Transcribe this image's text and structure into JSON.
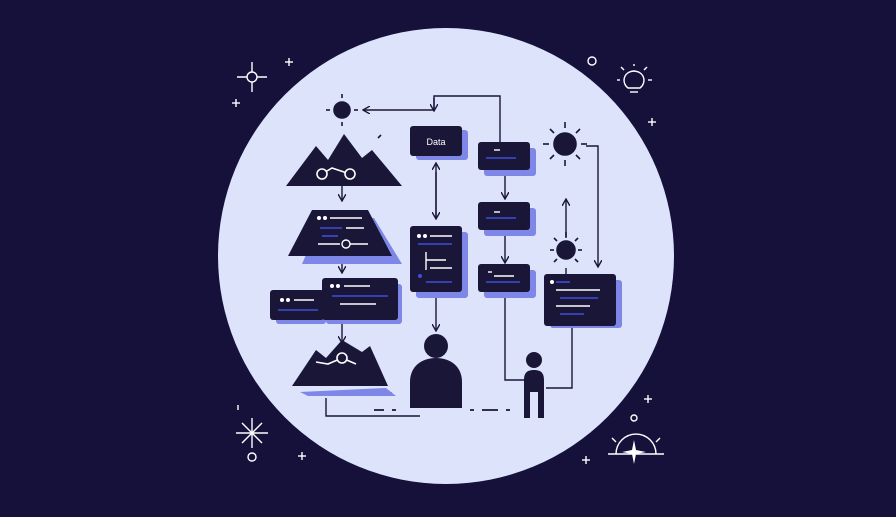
{
  "palette": {
    "background": "#15113a",
    "circle": "#dce3fa",
    "ink": "#1a1638",
    "accent": "#3d4fd6",
    "shadow": "#7e87e8",
    "card_line": "#ffffff"
  },
  "diagram": {
    "data_label": "Data",
    "nodes": [
      "sun-icon-top-left",
      "mountain-top",
      "trapezoid-code-card",
      "code-card-left",
      "mountain-bottom",
      "data-node",
      "code-card-center-tall",
      "person-large",
      "code-card-right-1",
      "code-card-right-2",
      "code-card-right-3",
      "sun-icon-right-top",
      "sun-icon-right-small",
      "code-card-far-right",
      "person-small"
    ],
    "decorations": [
      "sparkle-icon",
      "plus-icon",
      "small-circle-icon",
      "lightbulb-icon",
      "sunrise-icon",
      "starburst-icon"
    ]
  }
}
